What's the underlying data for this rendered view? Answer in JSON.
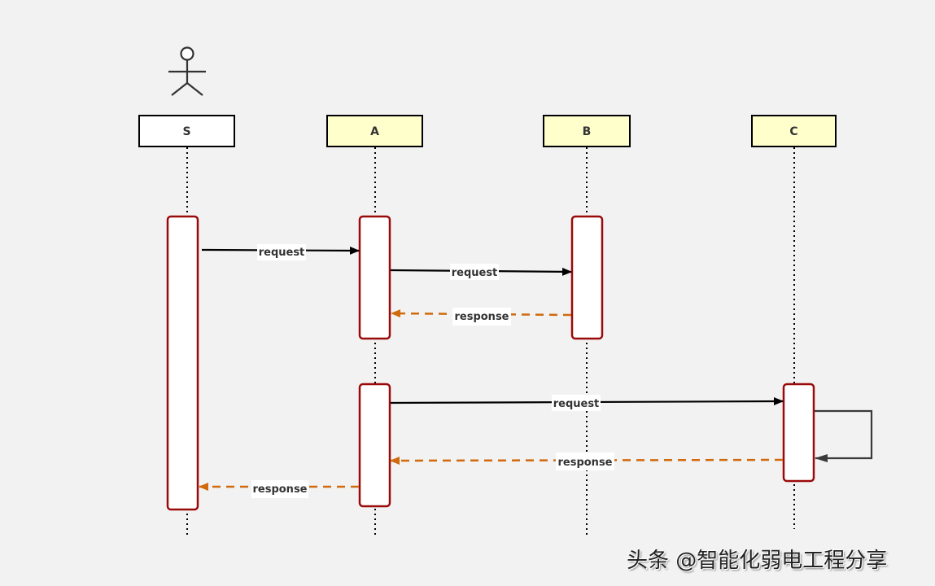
{
  "diagram": {
    "type": "sequence",
    "actor": {
      "icon": "stick-figure-icon",
      "participant": "S"
    },
    "participants": [
      {
        "id": "S",
        "label": "S",
        "fill": "#ffffff"
      },
      {
        "id": "A",
        "label": "A",
        "fill": "#ffffcc"
      },
      {
        "id": "B",
        "label": "B",
        "fill": "#ffffcc"
      },
      {
        "id": "C",
        "label": "C",
        "fill": "#ffffcc"
      }
    ],
    "messages": [
      {
        "from": "S",
        "to": "A",
        "label": "request",
        "kind": "sync"
      },
      {
        "from": "A",
        "to": "B",
        "label": "request",
        "kind": "sync"
      },
      {
        "from": "B",
        "to": "A",
        "label": "response",
        "kind": "return"
      },
      {
        "from": "A",
        "to": "C",
        "label": "request",
        "kind": "sync"
      },
      {
        "from": "C",
        "to": "C",
        "label": "",
        "kind": "self"
      },
      {
        "from": "C",
        "to": "A",
        "label": "response",
        "kind": "return"
      },
      {
        "from": "A",
        "to": "S",
        "label": "response",
        "kind": "return"
      }
    ],
    "colors": {
      "activation_border": "#9b0a0a",
      "sync_arrow": "#000000",
      "return_arrow": "#d06a0c",
      "self_arrow": "#3a3a3a",
      "background": "#f2f2f2"
    }
  },
  "watermark": "头条 @智能化弱电工程分享"
}
